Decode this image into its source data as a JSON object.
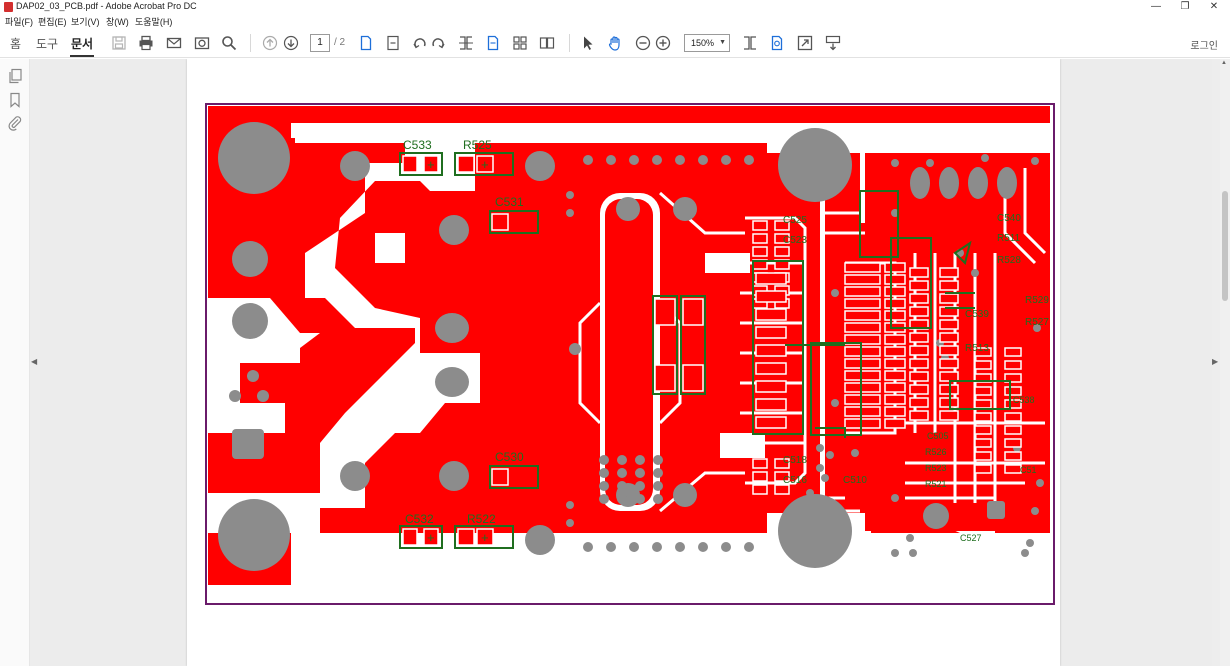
{
  "window": {
    "title": "DAP02_03_PCB.pdf - Adobe Acrobat Pro DC",
    "controls": {
      "minimize": "—",
      "restore": "❐",
      "close": "✕"
    }
  },
  "menu": [
    "파일(F)",
    "편집(E)",
    "보기(V)",
    "창(W)",
    "도움말(H)"
  ],
  "tabs": {
    "home": "홈",
    "tools": "도구",
    "document": "문서"
  },
  "toolbar": {
    "page_current": "1",
    "page_total": "/ 2",
    "zoom": "150%",
    "login": "로그인"
  },
  "pcb": {
    "labels": {
      "c533": "C533",
      "r525": "R525",
      "c531": "C531",
      "c530": "C530",
      "c532": "C532",
      "r522": "R522",
      "c525": "C525",
      "c523": "C523",
      "c518": "C518",
      "c516": "C516",
      "c510": "C510",
      "c540": "C540",
      "r511": "R511",
      "r528": "R528",
      "r529": "R529",
      "r527": "R527",
      "c539": "C539",
      "r513": "R513",
      "c538": "C538",
      "r526": "R526",
      "r523": "R523",
      "r521": "R521",
      "c527": "C527",
      "c505": "C505",
      "c51": "C51"
    },
    "polarity": "+"
  },
  "colors": {
    "copper": "#ff0000",
    "drill": "#8c8c8c",
    "silkscreen": "#1f6e1f",
    "board_outline": "#6a1b6a"
  }
}
